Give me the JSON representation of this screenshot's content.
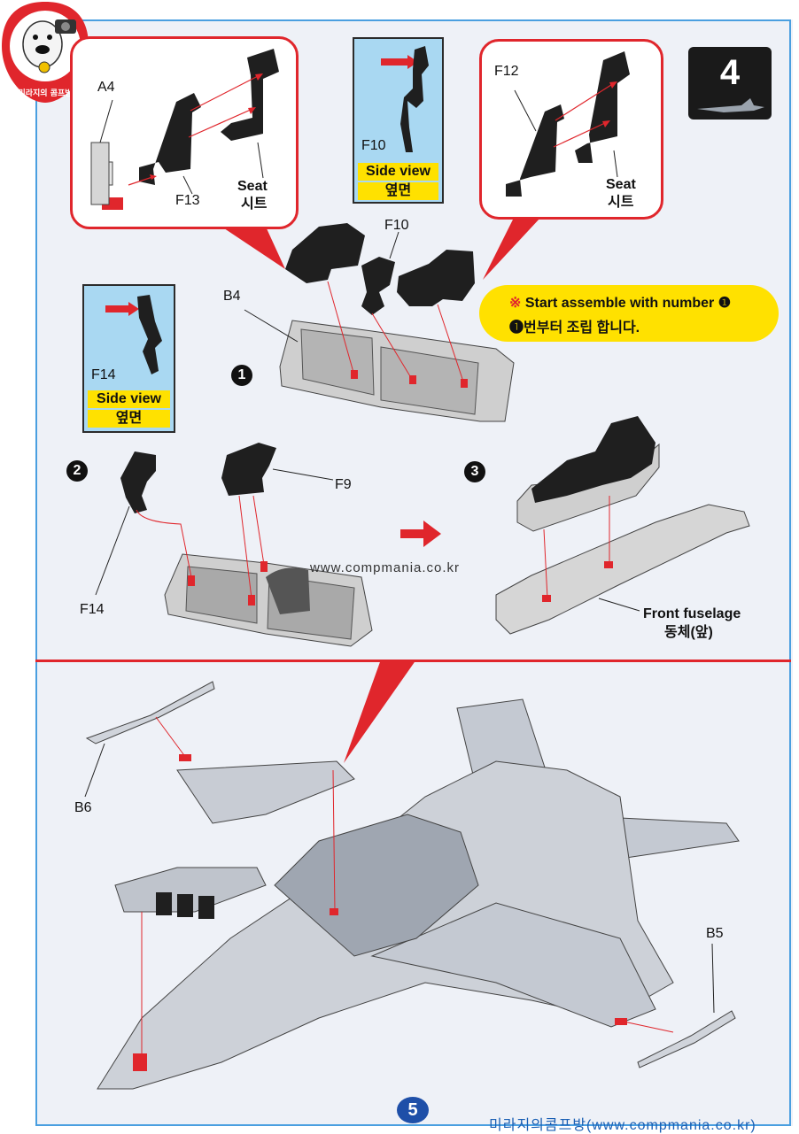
{
  "step": {
    "number": "4"
  },
  "note": {
    "mark": "※",
    "line1": "Start assemble with number",
    "line2": "번부터 조립 합니다.",
    "num": "❶"
  },
  "callout_left": {
    "a4": "A4",
    "f13": "F13",
    "seat_en": "Seat",
    "seat_ko": "시트"
  },
  "callout_right": {
    "f12": "F12",
    "seat_en": "Seat",
    "seat_ko": "시트"
  },
  "sideview_f10": {
    "part": "F10",
    "label_en": "Side view",
    "label_ko": "옆면"
  },
  "sideview_f14": {
    "part": "F14",
    "label_en": "Side view",
    "label_ko": "옆면"
  },
  "stage1": {
    "num": "1",
    "b4": "B4",
    "f10": "F10"
  },
  "stage2": {
    "num": "2",
    "f9": "F9",
    "f14": "F14"
  },
  "stage3": {
    "num": "3",
    "front_en": "Front fuselage",
    "front_ko": "동체(앞)"
  },
  "watermark": {
    "url": "www.compmania.co.kr"
  },
  "lower": {
    "b6": "B6",
    "b5": "B5"
  },
  "footer": {
    "page": "5",
    "shop": "미라지의콤프방(www.compmania.co.kr)"
  },
  "logo": {
    "text": "미라지의 콤프방"
  },
  "colors": {
    "accent_red": "#e0262c",
    "frame_blue": "#4a9fe0",
    "note_yellow": "#ffe100",
    "sideview_blue": "#a9d8f2"
  }
}
